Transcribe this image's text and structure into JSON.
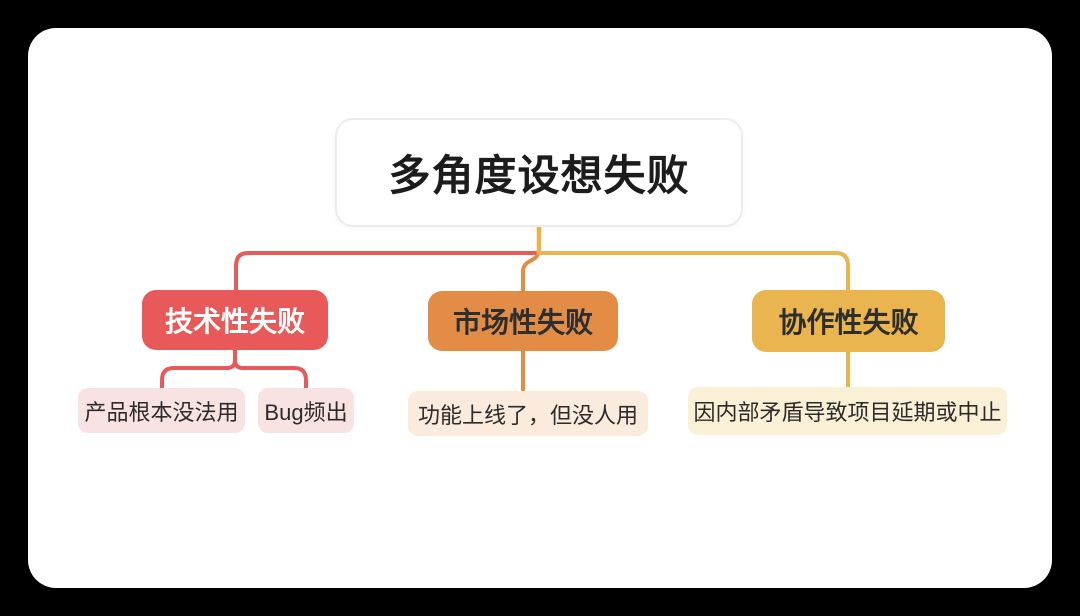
{
  "canvas": {
    "outer_background": "#000000",
    "surface_background": "#ffffff"
  },
  "mindmap": {
    "root": {
      "label": "多角度设想失败",
      "background": "#ffffff",
      "border_color": "#ECECEC",
      "text_color": "#1C1C1C",
      "stub_color": "#EAB44E"
    },
    "branches": [
      {
        "id": "technical-failure",
        "label": "技术性失败",
        "color": "#E85A5A",
        "text_color": "#ffffff",
        "child_background": "#F9E2E2",
        "children": [
          {
            "label": "产品根本没法用"
          },
          {
            "label": "Bug频出"
          }
        ]
      },
      {
        "id": "market-failure",
        "label": "市场性失败",
        "color": "#E28C46",
        "text_color": "#2E2E2E",
        "child_background": "#FAEBDD",
        "children": [
          {
            "label": "功能上线了，但没人用"
          }
        ]
      },
      {
        "id": "collaboration-failure",
        "label": "协作性失败",
        "color": "#EAB44E",
        "text_color": "#2E2E2E",
        "child_background": "#FAF0D6",
        "children": [
          {
            "label": "因内部矛盾导致项目延期或中止"
          }
        ]
      }
    ]
  }
}
